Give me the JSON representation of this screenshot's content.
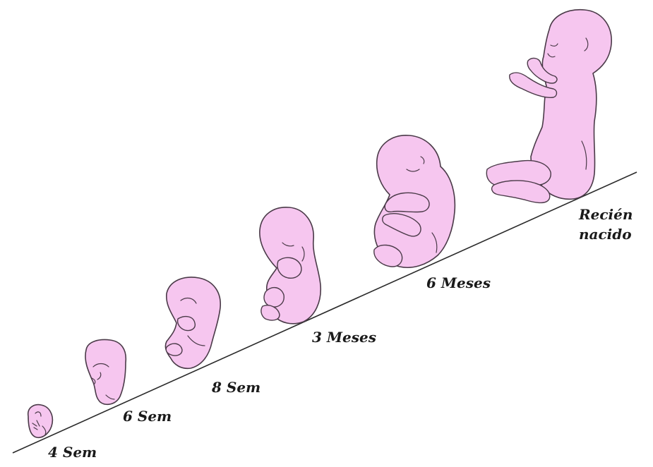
{
  "stages": [
    {
      "label": "4 Sem"
    },
    {
      "label": "6 Sem"
    },
    {
      "label": "8 Sem"
    },
    {
      "label": "3 Meses"
    },
    {
      "label": "6 Meses"
    },
    {
      "label_line1": "Recién",
      "label_line2": "nacido"
    }
  ],
  "colors": {
    "skin": "#f6c6ef",
    "outline": "#4a3a48",
    "line": "#2a2a2a",
    "background": "#ffffff"
  }
}
